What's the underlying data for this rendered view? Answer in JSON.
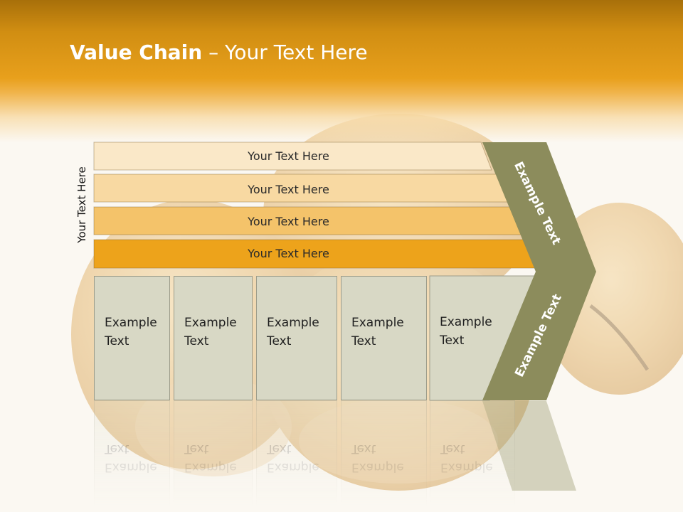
{
  "title": {
    "bold": "Value Chain",
    "rest": " – Your Text Here"
  },
  "side_label": "Your Text Here",
  "bands": [
    {
      "label": "Your Text Here",
      "color": "#fae8c8"
    },
    {
      "label": "Your Text Here",
      "color": "#f8d9a2"
    },
    {
      "label": "Your Text Here",
      "color": "#f4c36a"
    },
    {
      "label": "Your Text Here",
      "color": "#eda31b"
    }
  ],
  "boxes": [
    {
      "label": "Example\nText"
    },
    {
      "label": "Example\nText"
    },
    {
      "label": "Example\nText"
    },
    {
      "label": "Example\nText"
    },
    {
      "label": "Example\nText"
    }
  ],
  "chevron": {
    "top_label": "Example Text",
    "bottom_label": "Example Text",
    "color": "#8c8c5c"
  },
  "colors": {
    "header": "#e8a01c",
    "box_fill": "#d8d8c5"
  }
}
